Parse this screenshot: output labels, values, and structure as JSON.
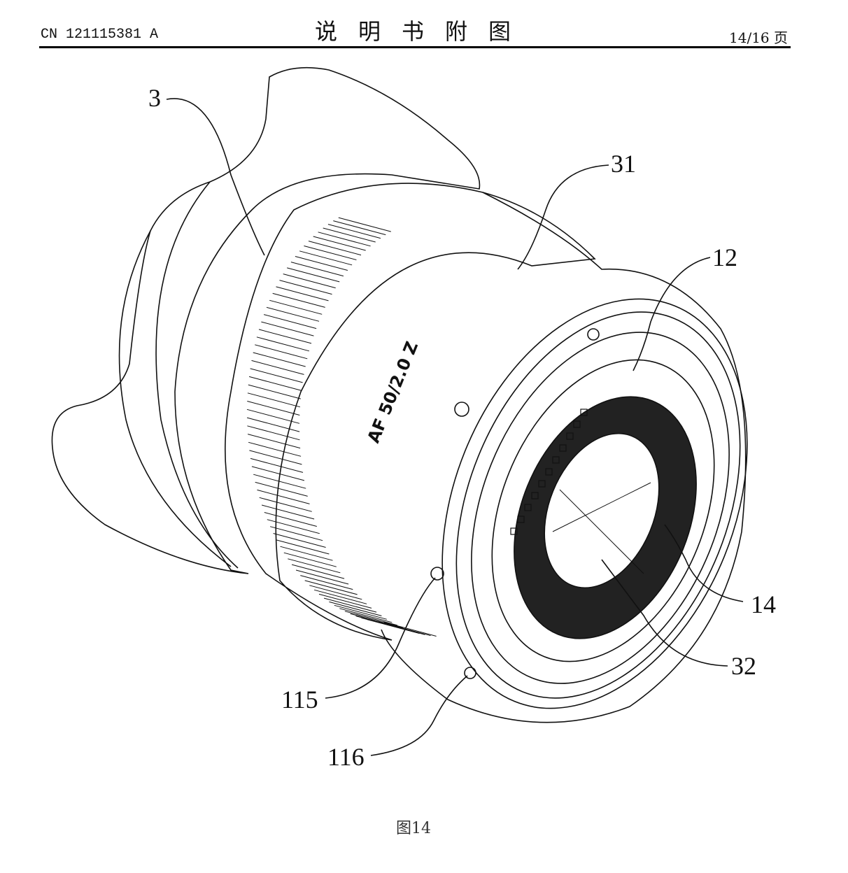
{
  "header": {
    "publication_number": "CN 121115381 A",
    "title": "说明书附图",
    "page": "14/16 页"
  },
  "figure": {
    "caption": "图14",
    "lens_marking": "AF 50/2.0 Z",
    "reference_labels": [
      "3",
      "31",
      "12",
      "14",
      "32",
      "115",
      "116"
    ]
  }
}
